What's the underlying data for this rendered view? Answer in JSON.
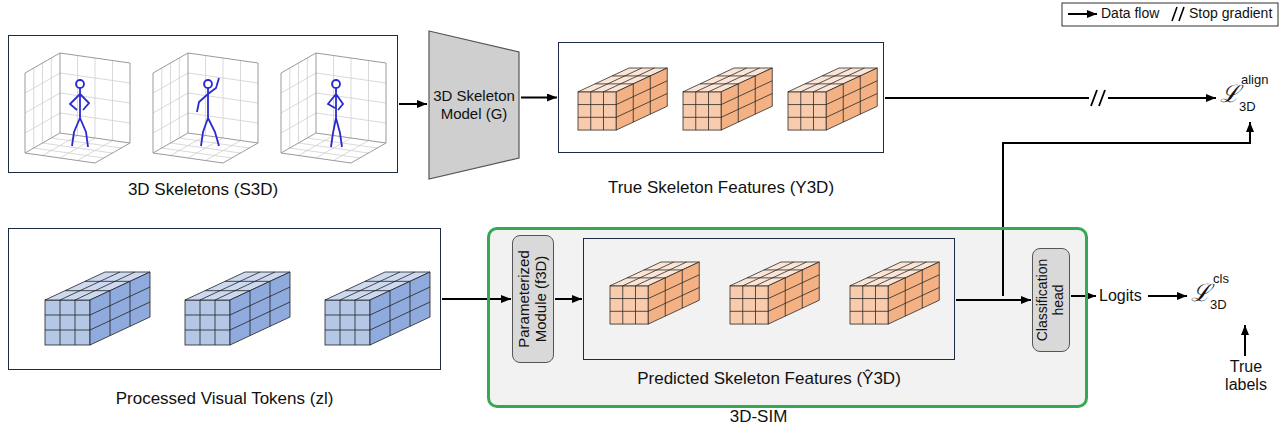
{
  "diagram": {
    "nodes": [
      {
        "text": [
          "3D Skeletons (S3D)"
        ]
      },
      {
        "text": [
          "3D Skeleton Model (G)"
        ]
      },
      {
        "text": [
          "True Skeleton Features (Y3D)"
        ]
      },
      {
        "text": [
          "Processed Visual Tokens (zl)"
        ]
      },
      {
        "text": [
          "3D-SIM"
        ]
      },
      {
        "text": [
          "Parameterized Module (f3D)"
        ],
        "in": 4
      },
      {
        "text": [
          "Predicted Skeleton Features (Ŷ3D)"
        ],
        "in": 4
      },
      {
        "text": [
          "Classification head"
        ],
        "in": 4
      }
    ],
    "edges": [
      {
        "from": 0,
        "to": 1,
        "arrow": "to"
      },
      {
        "from": 1,
        "to": 2,
        "arrow": "to"
      },
      {
        "from": 3,
        "to": 5,
        "arrow": "to"
      },
      {
        "from": 5,
        "to": 6,
        "arrow": "to"
      },
      {
        "from": 6,
        "to": 7,
        "arrow": "to"
      }
    ],
    "labels": [
      "ℒ",
      "align",
      "3D",
      "Logits",
      "ℒ",
      "cls",
      "3D",
      "True labels"
    ],
    "legend": [
      {
        "text": "Data flow"
      },
      {
        "text": "Stop gradient"
      }
    ]
  }
}
